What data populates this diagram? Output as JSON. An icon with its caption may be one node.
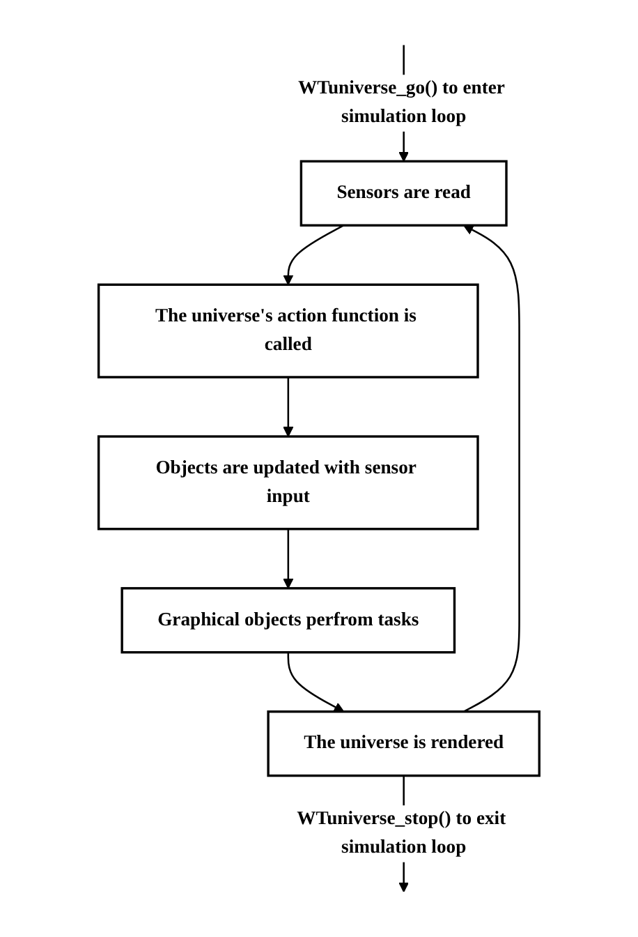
{
  "diagram": {
    "nodes": [
      {
        "text": [
          "Sensors are read"
        ]
      },
      {
        "text": [
          "The universe's action function is called"
        ]
      },
      {
        "text": [
          "Objects are updated with sensor input"
        ]
      },
      {
        "text": [
          "Graphical objects perfrom tasks"
        ]
      },
      {
        "text": [
          "The universe is rendered"
        ]
      }
    ],
    "edges": [
      {
        "from": null,
        "to": 0,
        "arrow": "to",
        "label": "WTuniverse_go() to enter simulation loop"
      },
      {
        "from": 0,
        "to": 1,
        "arrow": "to"
      },
      {
        "from": 1,
        "to": 2,
        "arrow": "to"
      },
      {
        "from": 2,
        "to": 3,
        "arrow": "to"
      },
      {
        "from": 3,
        "to": 4,
        "arrow": "to"
      },
      {
        "from": 4,
        "to": 0,
        "arrow": "to"
      },
      {
        "from": 4,
        "to": null,
        "arrow": "to",
        "label": "WTuniverse_stop() to exit simulation loop"
      }
    ]
  }
}
